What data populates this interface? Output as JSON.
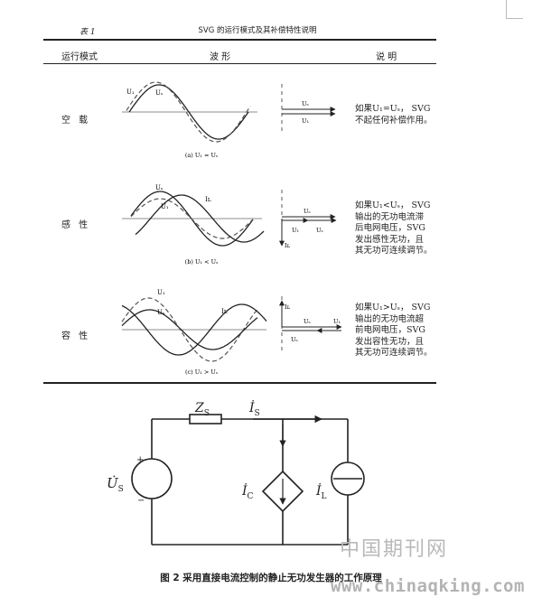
{
  "table": {
    "number": "表 1",
    "title": "SVG 的运行模式及其补偿特性说明",
    "headers": {
      "mode": "运行模式",
      "waveform": "波    形",
      "description": "说    明"
    },
    "rows": [
      {
        "mode": "空  载",
        "subcaption": "(a)  U₁ = Uₛ",
        "wave_labels": {
          "u1": "U₁",
          "us": "Uₛ"
        },
        "vector_labels": {
          "us": "Uₛ",
          "u1": "U₁"
        },
        "description_lines": [
          "如果U₁=Uₛ，  SVG",
          "不起任何补偿作用。"
        ]
      },
      {
        "mode": "感  性",
        "subcaption": "(b)  U₁ < Uₛ",
        "wave_labels": {
          "us": "Uₛ",
          "il": "Iʟ",
          "u1": "U₁"
        },
        "vector_labels": {
          "us": "Uₛ",
          "u1": "U₁",
          "us2": "Uₛ",
          "il": "Iʟ"
        },
        "description_lines": [
          "如果U₁<Uₛ，  SVG",
          "输出的无功电流滞",
          "后电网电压，SVG",
          "发出感性无功，且",
          "其无功可连续调节。"
        ]
      },
      {
        "mode": "容  性",
        "subcaption": "(c)  U₁ > Uₛ",
        "wave_labels": {
          "u1": "U₁",
          "us": "Uₛ",
          "il": "Iʟ"
        },
        "vector_labels": {
          "il": "Iʟ",
          "us": "Uₛ",
          "u1": "U₁",
          "us2": "Uₛ"
        },
        "description_lines": [
          "如果U₁>Uₛ，  SVG",
          "输出的无功电流超",
          "前电网电压，SVG",
          "发出容性无功，且",
          "其无功可连续调节。"
        ]
      }
    ]
  },
  "circuit": {
    "zs": "Z",
    "zs_sub": "S",
    "is": "İ",
    "is_sub": "S",
    "us": "U̇",
    "us_sub": "S",
    "ic": "İ",
    "ic_sub": "C",
    "il": "İ",
    "il_sub": "L",
    "plus": "+",
    "minus": "−"
  },
  "figure_caption": "图 2  采用直接电流控制的静止无功发生器的工作原理",
  "watermark": {
    "cn": "中国期刊网",
    "en": "www.chinaqking.com"
  }
}
